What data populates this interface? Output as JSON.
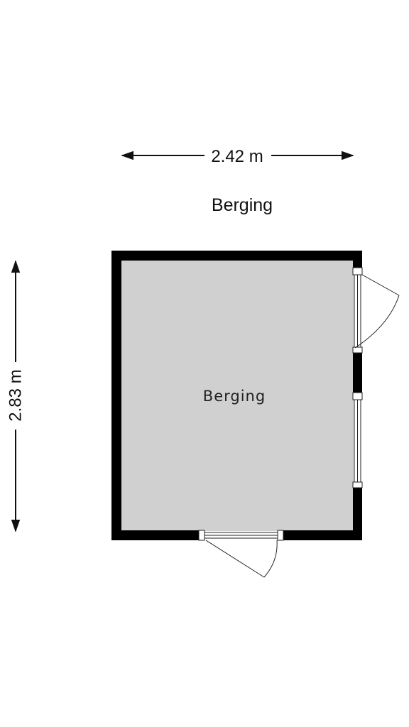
{
  "plan": {
    "title": "Berging",
    "width_dimension": "2.42 m",
    "height_dimension": "2.83 m",
    "rooms": [
      {
        "label": "Berging"
      }
    ],
    "colors": {
      "wall": "#000000",
      "floor": "#d0d0d0",
      "line": "#222222",
      "background": "#ffffff"
    }
  }
}
